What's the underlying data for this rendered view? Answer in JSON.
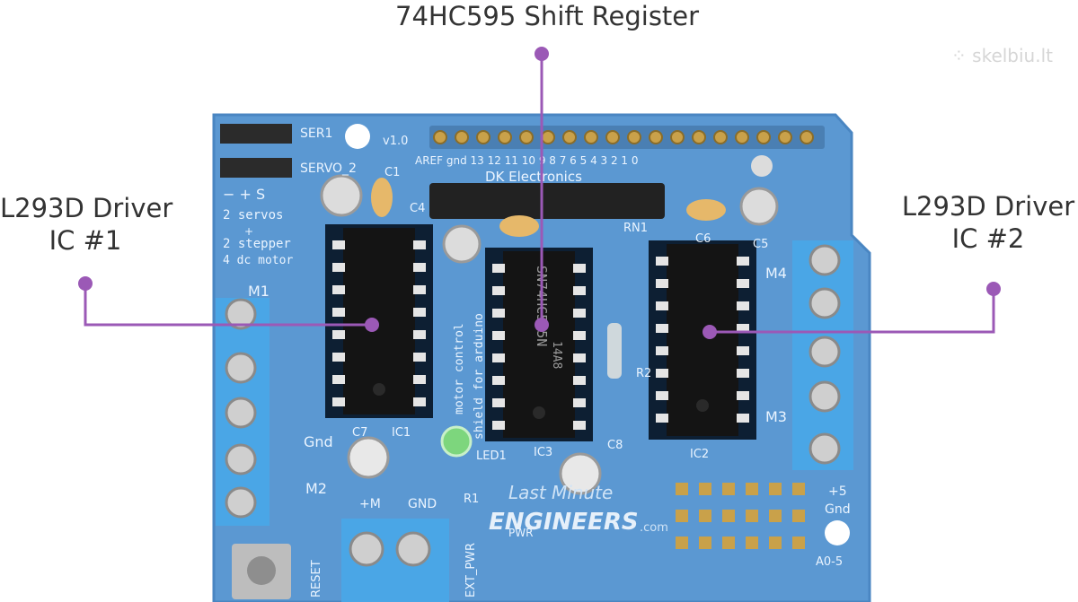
{
  "labels": {
    "top": "74HC595 Shift Register",
    "left_line1": "L293D Driver",
    "left_line2": "IC #1",
    "right_line1": "L293D Driver",
    "right_line2": "IC #2"
  },
  "watermark": "skelbiu.lt",
  "board": {
    "silkscreen": {
      "ser1": "SER1",
      "servo2": "SERVO_2",
      "version": "v1.0",
      "header_labels": "AREF gnd 13 12 11 10 9 8  7 6 5 4 3 2 1 0",
      "servo_pins": "− + S",
      "two_servos": "2 servos",
      "plus": "+",
      "two_stepper": "2 stepper",
      "four_dc": "4 dc motor",
      "m1": "M1",
      "m2": "M2",
      "m3": "M3",
      "m4": "M4",
      "gnd_left": "Gnd",
      "dk": "DK Electronics",
      "c1": "C1",
      "c4": "C4",
      "c6": "C6",
      "c5": "C5",
      "c7": "C7",
      "c8": "C8",
      "ic1": "IC1",
      "ic2": "IC2",
      "ic3": "IC3",
      "rn1": "RN1",
      "r2": "R2",
      "r1": "R1",
      "led1": "LED1",
      "motor_control": "motor control",
      "shield_for_arduino": "shield for arduino",
      "chip_text": "SN74HC595N",
      "chip_code": "14A8",
      "pwr": "PWR",
      "plus_m": "+M",
      "gnd_bottom": "GND",
      "ext_pwr": "EXT_PWR",
      "reset": "RESET",
      "plus5": "+5",
      "gnd_right": "Gnd",
      "a05": "A0-5"
    },
    "logo_line1": "Last Minute",
    "logo_line2": "ENGINEERS",
    "logo_suffix": ".com"
  },
  "colors": {
    "board": "#5b98d2",
    "board_edge": "#4a86c2",
    "callout_line": "#9b59b6",
    "callout_text": "#333333",
    "chip": "#141414",
    "terminal": "#4aa6e6"
  }
}
